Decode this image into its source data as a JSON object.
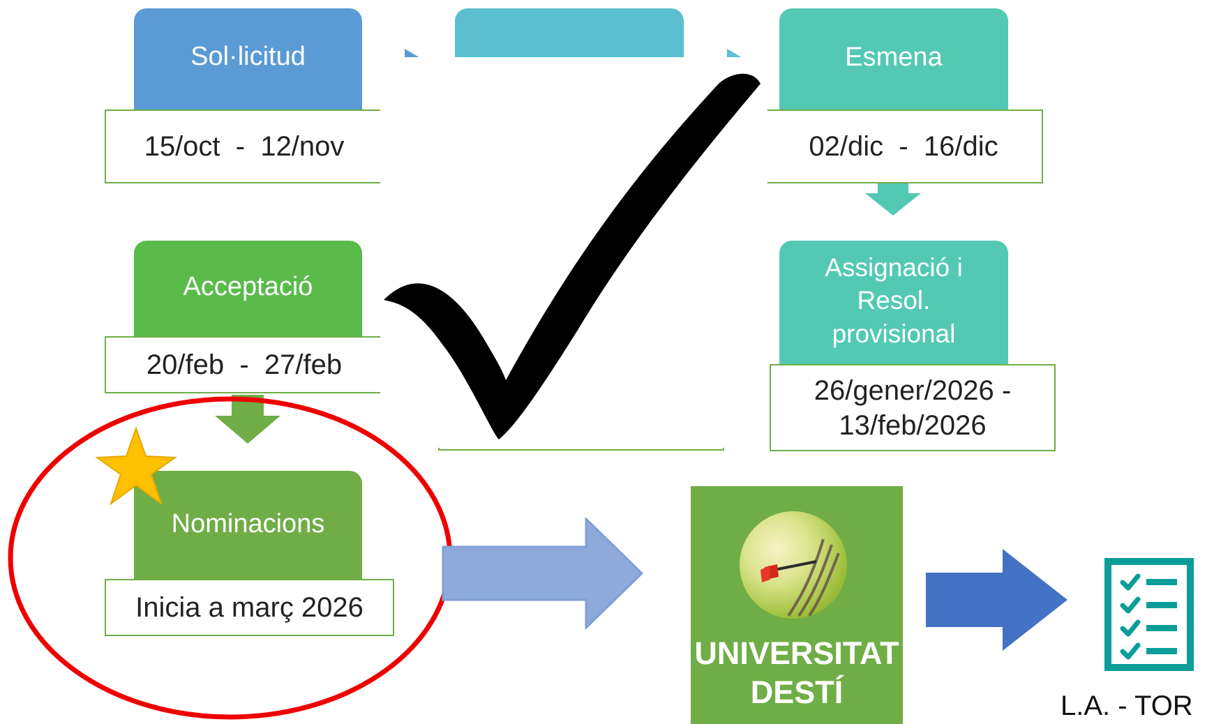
{
  "steps": {
    "solicitud": {
      "title": "Sol·licitud",
      "dates": "15/oct  -  12/nov"
    },
    "esmena": {
      "title": "Esmena",
      "dates": "02/dic  -  16/dic"
    },
    "acceptacio": {
      "title": "Acceptació",
      "dates": "20/feb  -  27/feb"
    },
    "assignacio": {
      "title_line1": "Assignació i",
      "title_line2": "Resol.",
      "title_line3": "provisional",
      "dates_line1": "26/gener/2026  -",
      "dates_line2": "13/feb/2026"
    },
    "nominacions": {
      "title": "Nominacions",
      "dates": "Inicia a març 2026"
    }
  },
  "destination": {
    "line1": "UNIVERSITAT",
    "line2": "DESTÍ"
  },
  "tor": {
    "label": "L.A. - TOR"
  },
  "colors": {
    "blue_header": "#5b9bd5",
    "cyan_header": "#5bbfd0",
    "teal_header": "#53c9b4",
    "green_header": "#5abb4b",
    "olive_green": "#70ad47",
    "arrow_light_blue": "#8eaadb",
    "arrow_blue": "#4472c4",
    "circle_red": "#ee0000",
    "star_yellow": "#ffc000",
    "checklist_teal": "#0b9e98"
  },
  "icons": [
    "checkmark-overlay",
    "star-icon",
    "dart-target-icon",
    "checklist-icon",
    "arrow-right-icon",
    "arrow-down-icon"
  ]
}
